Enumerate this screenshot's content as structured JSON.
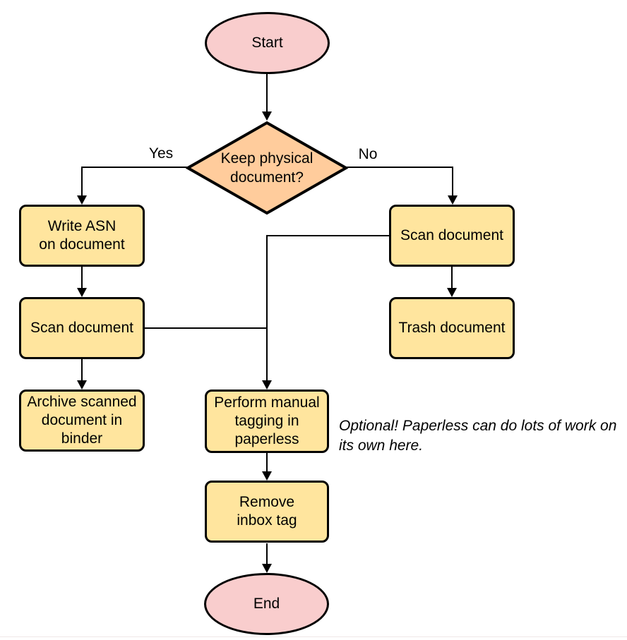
{
  "colors": {
    "terminator_fill": "#F9CDCD",
    "decision_fill": "#FFCC9C",
    "process_fill": "#FFE59E",
    "stroke": "#000000",
    "page_bottom_line": "#F0E7E7"
  },
  "nodes": {
    "start": {
      "type": "terminator",
      "lines": [
        "Start"
      ]
    },
    "decision": {
      "type": "decision",
      "lines": [
        "Keep physical",
        "document?"
      ]
    },
    "write_asn": {
      "type": "process",
      "lines": [
        "Write ASN",
        "on document"
      ]
    },
    "scan_left": {
      "type": "process",
      "lines": [
        "Scan document"
      ]
    },
    "archive": {
      "type": "process",
      "lines": [
        "Archive scanned",
        "document in",
        "binder"
      ]
    },
    "scan_right": {
      "type": "process",
      "lines": [
        "Scan document"
      ]
    },
    "trash": {
      "type": "process",
      "lines": [
        "Trash document"
      ]
    },
    "tagging": {
      "type": "process",
      "lines": [
        "Perform manual",
        "tagging in",
        "paperless"
      ]
    },
    "remove_inbox": {
      "type": "process",
      "lines": [
        "Remove",
        "inbox tag"
      ]
    },
    "end": {
      "type": "terminator",
      "lines": [
        "End"
      ]
    }
  },
  "edge_labels": {
    "yes": "Yes",
    "no": "No"
  },
  "annotation": {
    "text": "Optional! Paperless can do lots of work on its own here."
  }
}
